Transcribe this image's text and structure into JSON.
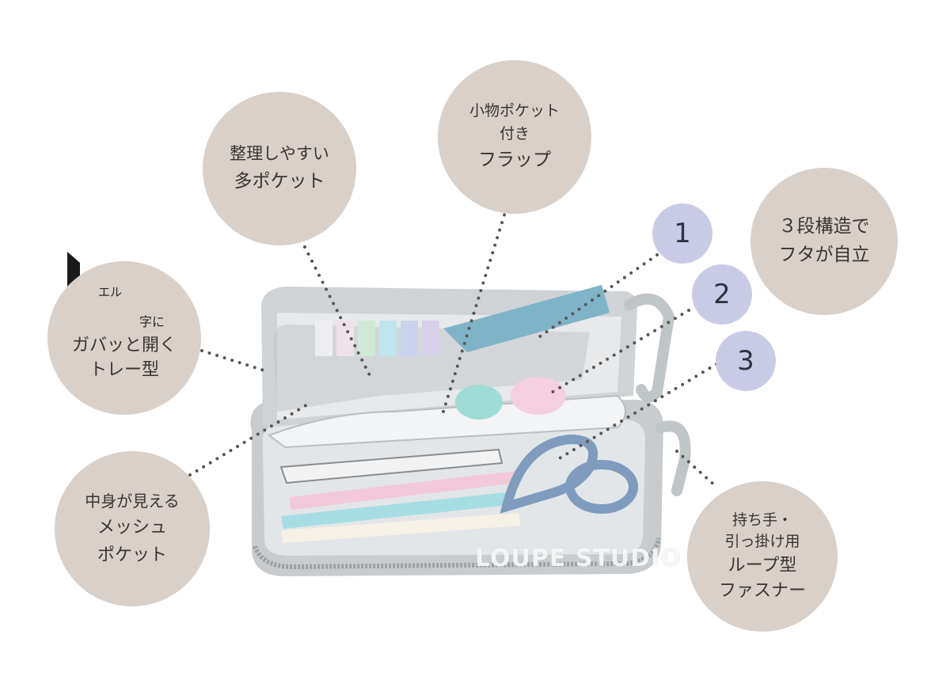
{
  "colors": {
    "circle_fill": "#d8d0c9",
    "number_fill": "#c9cbe6",
    "dots": "#5a5654",
    "pouch_shell": "#c8cccf",
    "pouch_inner": "#e3e6e8"
  },
  "features": {
    "multi_pocket": [
      "整理しやすい",
      "多ポケット"
    ],
    "flap": [
      "小物ポケット",
      "付き",
      "フラップ"
    ],
    "three_tier": [
      "３段構造で",
      "フタが自立"
    ],
    "tray": [
      "ガバッと開く",
      "トレー型"
    ],
    "mesh": [
      "中身が見える",
      "メッシュ",
      "ポケット"
    ],
    "loop_zipper": [
      "持ち手・",
      "引っ掛け用",
      "ループ型",
      "ファスナー"
    ]
  },
  "l_shape": {
    "reading": "エル",
    "suffix": "字に"
  },
  "numbers": [
    "1",
    "2",
    "3"
  ],
  "watermark": "LOUPE STUDIO"
}
